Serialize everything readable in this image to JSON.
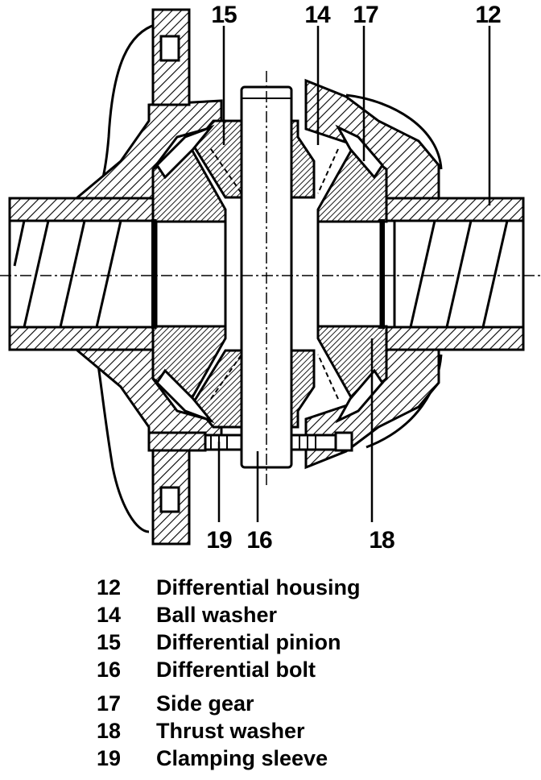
{
  "callouts": {
    "top": [
      "15",
      "14",
      "17",
      "12"
    ],
    "bottom": [
      "19",
      "16",
      "18"
    ]
  },
  "legend": [
    {
      "num": "12",
      "label": "Differential housing"
    },
    {
      "num": "14",
      "label": "Ball washer"
    },
    {
      "num": "15",
      "label": "Differential pinion"
    },
    {
      "num": "16",
      "label": "Differential bolt"
    },
    {
      "num": "17",
      "label": "Side gear"
    },
    {
      "num": "18",
      "label": "Thrust washer"
    },
    {
      "num": "19",
      "label": "Clamping sleeve"
    }
  ]
}
